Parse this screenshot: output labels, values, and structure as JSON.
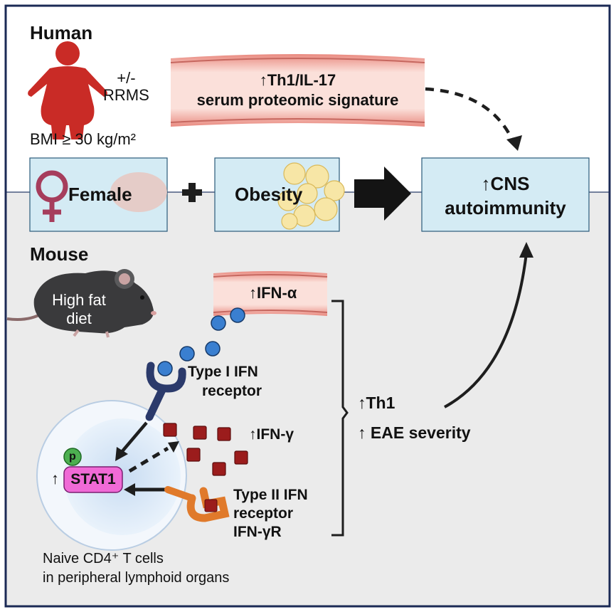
{
  "human_section": {
    "title": "Human",
    "rrms_label": "+/-\nRRMS",
    "bmi_label": "BMI ≥ 30 kg/m²",
    "serum_signature_line1": "↑Th1/IL-17",
    "serum_signature_line2": "serum proteomic signature"
  },
  "factors": {
    "female_label": "Female",
    "plus_sign": "+",
    "obesity_label": "Obesity",
    "outcome_line1": "↑CNS",
    "outcome_line2": "autoimmunity"
  },
  "mouse_section": {
    "title": "Mouse",
    "diet_label_line1": "High fat",
    "diet_label_line2": "diet",
    "ifn_alpha_label": "↑IFN-α",
    "type1_receptor_line1": "Type I IFN",
    "type1_receptor_line2": "receptor",
    "ifn_gamma_label": "↑IFN-γ",
    "type2_receptor_line1": "Type II IFN",
    "type2_receptor_line2": "receptor",
    "type2_receptor_line3": "IFN-γR",
    "phospho_label": "p",
    "stat1_up_arrow": "↑",
    "stat1_label": "STAT1",
    "cell_caption_line1": "Naive CD4⁺ T cells",
    "cell_caption_line2": "in peripheral lymphoid organs",
    "th1_label": "↑Th1",
    "eae_label": "↑ EAE severity"
  },
  "colors": {
    "border": "#1b2a55",
    "mouse_bg": "#ebebeb",
    "box_fill": "#d4ebf4",
    "vessel": "#e8897e",
    "body_red": "#c92b26",
    "female_symbol": "#a63d5c",
    "stat1_pink": "#f06ad6",
    "phospho_green": "#4caf50",
    "ifn_alpha_blue": "#3a7fd0",
    "ifn_gamma_red": "#9b1c1c",
    "receptor_navy": "#2b3a6b",
    "receptor_orange": "#e07a2b"
  }
}
